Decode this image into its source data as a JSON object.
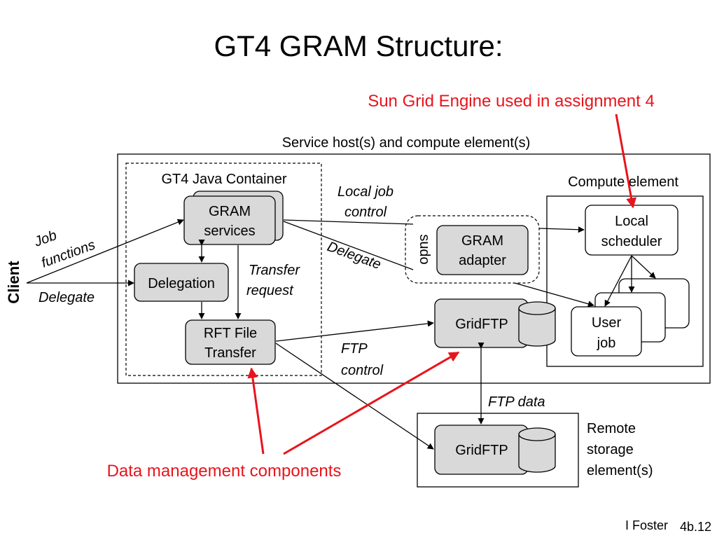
{
  "title": "GT4 GRAM Structure:",
  "annotations": {
    "sge": "Sun Grid Engine used in assignment 4",
    "data_mgmt": "Data management components"
  },
  "labels": {
    "service_host": "Service host(s) and compute element(s)",
    "gt4_container": "GT4 Java Container",
    "compute_element": "Compute element",
    "client": "Client",
    "job_functions_1": "Job",
    "job_functions_2": "functions",
    "delegate_left": "Delegate",
    "local_job_control_1": "Local job",
    "local_job_control_2": "control",
    "delegate_mid": "Delegate",
    "transfer_request_1": "Transfer",
    "transfer_request_2": "request",
    "ftp_control_1": "FTP",
    "ftp_control_2": "control",
    "ftp_data": "FTP data",
    "sudo": "sudo",
    "remote_storage_1": "Remote",
    "remote_storage_2": "storage",
    "remote_storage_3": "element(s)"
  },
  "boxes": {
    "gram_services_1": "GRAM",
    "gram_services_2": "services",
    "delegation": "Delegation",
    "rft_1": "RFT File",
    "rft_2": "Transfer",
    "gram_adapter_1": "GRAM",
    "gram_adapter_2": "adapter",
    "gridftp_top": "GridFTP",
    "gridftp_bottom": "GridFTP",
    "local_scheduler_1": "Local",
    "local_scheduler_2": "scheduler",
    "user_job_1": "User",
    "user_job_2": "job"
  },
  "footer": {
    "author": "I Foster",
    "slide_number": "4b.12"
  },
  "colors": {
    "annotation": "#e8141c",
    "box_fill": "#d9d9d9"
  }
}
